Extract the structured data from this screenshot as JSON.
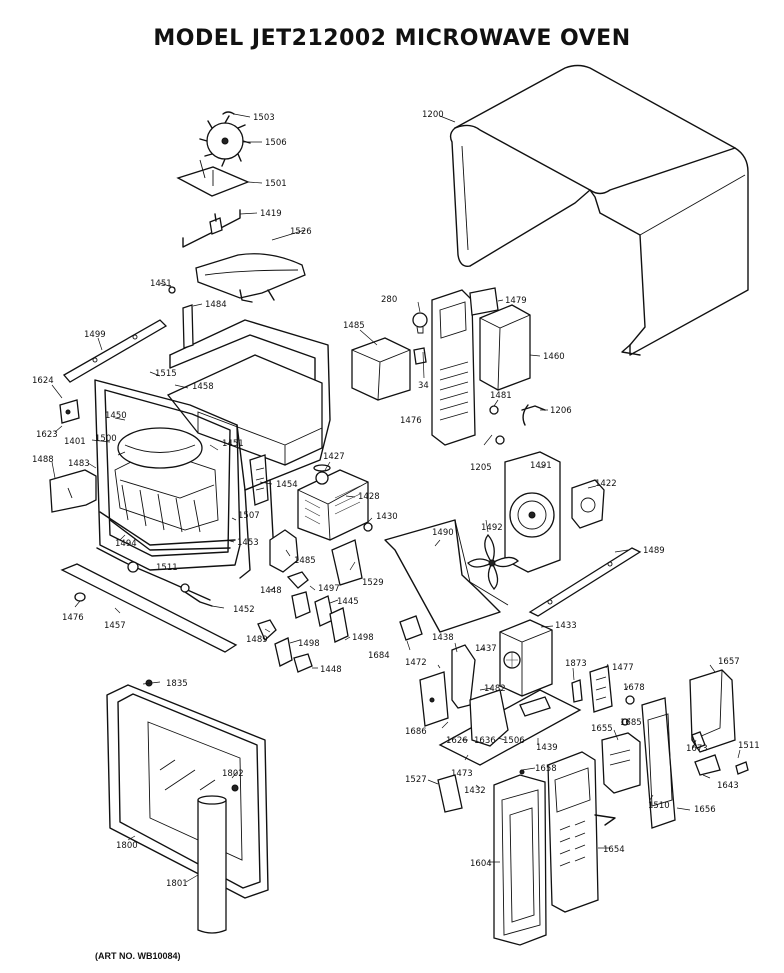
{
  "title": "MODEL JET212002  MICROWAVE OVEN",
  "art_number": "(ART NO. WB10084)",
  "part_labels": [
    "1503",
    "1506",
    "1501",
    "1419",
    "1526",
    "1451",
    "1484",
    "1200",
    "1499",
    "1485",
    "280",
    "1479",
    "1460",
    "1515",
    "1458",
    "1624",
    "1623",
    "1450",
    "1401",
    "1500",
    "1451",
    "1483",
    "1488",
    "1454",
    "1427",
    "1428",
    "34",
    "1481",
    "1206",
    "1476",
    "1205",
    "1491",
    "1422",
    "1494",
    "1453",
    "1507",
    "1511",
    "1485",
    "1430",
    "1529",
    "1490",
    "1492",
    "1489",
    "1448",
    "1497",
    "1445",
    "1476",
    "1457",
    "1452",
    "1489",
    "1498",
    "1498",
    "1448",
    "1684",
    "1433",
    "1438",
    "1437",
    "1472",
    "1482",
    "1873",
    "1477",
    "1657",
    "1678",
    "1686",
    "1626",
    "1506",
    "1439",
    "1655",
    "1685",
    "1673",
    "1511",
    "1473",
    "1636",
    "1527",
    "1432",
    "1658",
    "1643",
    "1510",
    "1656",
    "1835",
    "1802",
    "1800",
    "1801",
    "1604",
    "1654"
  ]
}
